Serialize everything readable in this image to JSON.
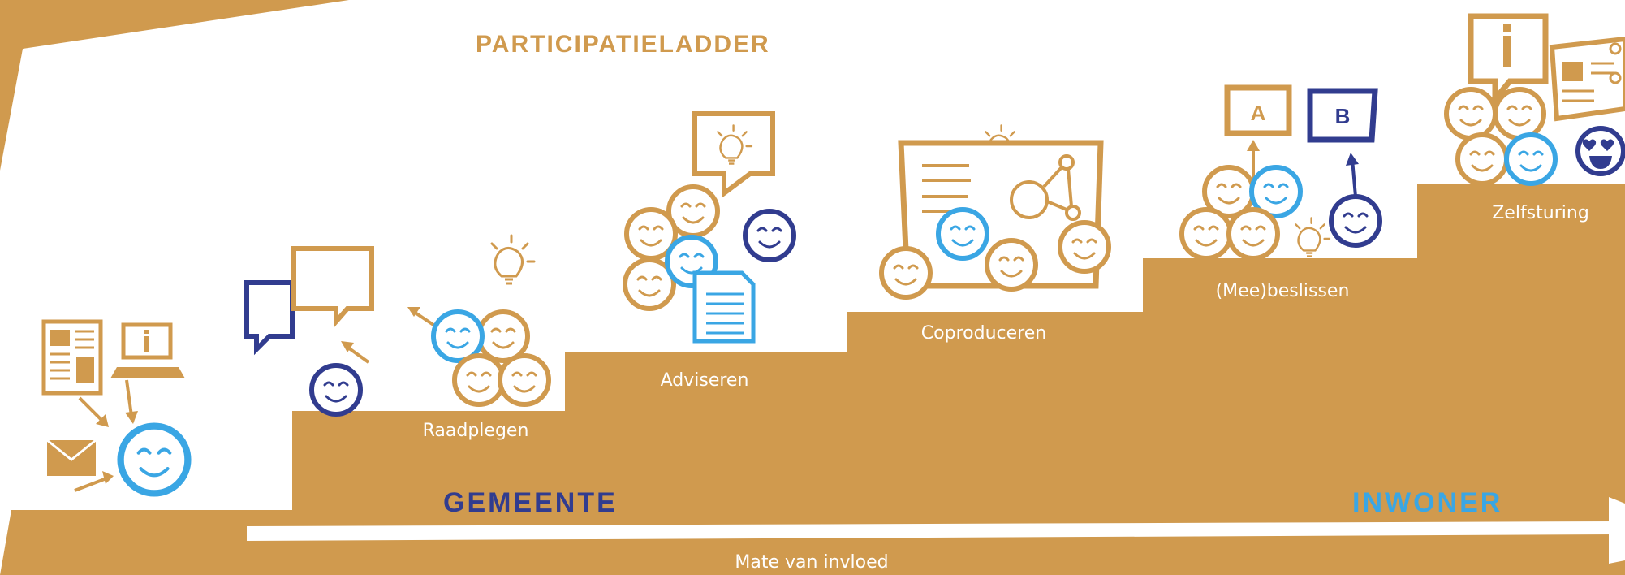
{
  "title": "PARTICIPATIELADDER",
  "steps": [
    {
      "label": ""
    },
    {
      "label": "Raadplegen"
    },
    {
      "label": "Adviseren"
    },
    {
      "label": "Coproduceren"
    },
    {
      "label": "(Mee)beslissen"
    },
    {
      "label": "Zelfsturing"
    }
  ],
  "actors": {
    "left": "GEMEENTE",
    "right": "INWONER"
  },
  "axis_label": "Mate van invloed",
  "colors": {
    "gold": "#D09A4E",
    "navy": "#313C8F",
    "light_blue": "#3AA6E4",
    "white": "#FFFFFF"
  },
  "icons": {
    "step1": [
      "newspaper-icon",
      "laptop-info-icon",
      "envelope-icon",
      "smiley-light-blue-icon"
    ],
    "step2": [
      "speech-bubbles-icon",
      "smiley-navy-icon"
    ],
    "step3": [
      "lightbulb-icon",
      "smiley-group-icon"
    ],
    "step4": [
      "speech-bubble-lightbulb-icon",
      "smiley-group-icon",
      "document-icon",
      "smiley-navy-icon"
    ],
    "step5": [
      "whiteboard-icon",
      "lightbulb-icon",
      "smiley-group-icon"
    ],
    "step6": [
      "choice-a-icon",
      "choice-b-icon",
      "smiley-group-icon",
      "lightbulb-icon"
    ],
    "step7": [
      "info-bubble-icon",
      "newspaper-icon",
      "smiley-group-icon",
      "heart-eyes-smiley-icon"
    ]
  }
}
